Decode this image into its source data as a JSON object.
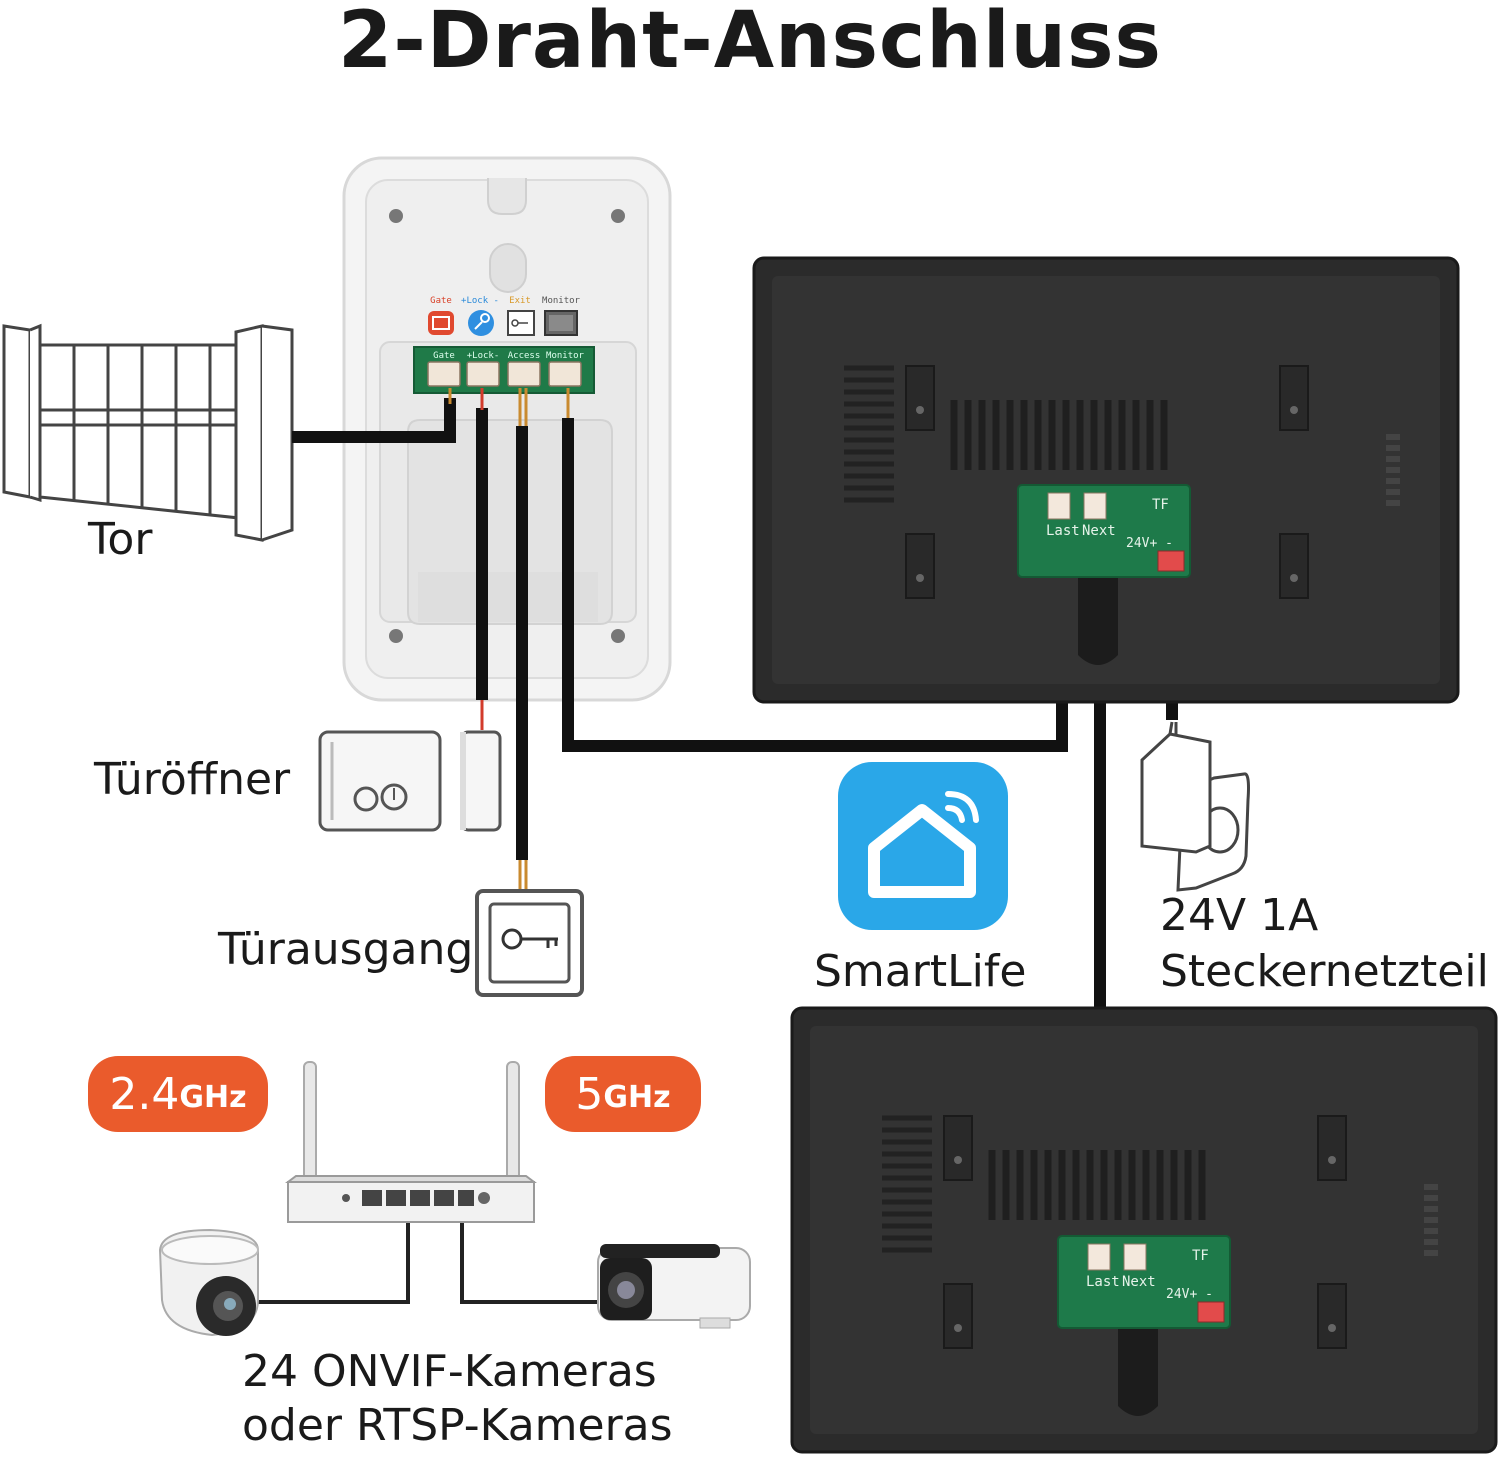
{
  "title": "2-Draht-Anschluss",
  "labels": {
    "gate": "Tor",
    "door_opener": "Türöffner",
    "door_exit": "Türausgang",
    "app": "SmartLife",
    "power_line1": "24V 1A",
    "power_line2": "Steckernetzteil",
    "cameras_line1": "24 ONVIF-Kameras",
    "cameras_line2": "oder RTSP-Kameras"
  },
  "badges": {
    "band1": {
      "number": "2.4",
      "unit": "GHz"
    },
    "band2": {
      "number": "5",
      "unit": "GHz"
    }
  },
  "outdoor_station": {
    "top_labels": [
      "Gate",
      "+Lock -",
      "Exit",
      "Monitor"
    ],
    "terminal_labels": [
      "Gate",
      "+Lock-",
      "Access",
      "Monitor"
    ]
  },
  "monitor_board": {
    "port_labels": [
      "Last",
      "Next"
    ],
    "card_label": "TF",
    "power_label": "24V+ -"
  },
  "icons": [
    "gate-icon",
    "electric-lock-icon",
    "exit-button-icon",
    "smartlife-home-icon",
    "power-adapter-icon",
    "router-icon",
    "dome-camera-icon",
    "bullet-camera-icon"
  ],
  "colors": {
    "accent_orange": "#ea5b2c",
    "smartlife_blue": "#2aa7e8",
    "monitor_body": "#2e2e2e",
    "pcb_green": "#1e7a4a",
    "wire": "#111111"
  }
}
